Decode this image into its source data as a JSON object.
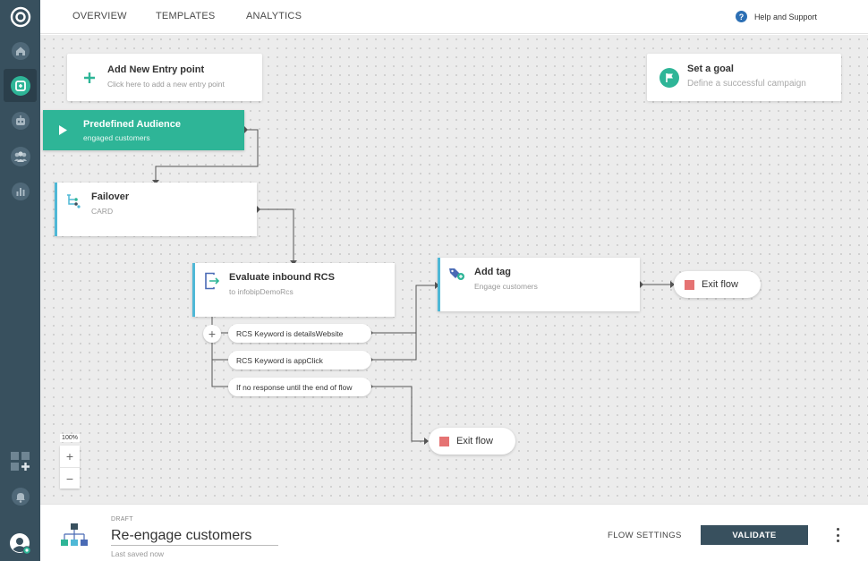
{
  "nav": {
    "items": [
      {
        "icon": "logo-icon"
      },
      {
        "icon": "home-icon"
      },
      {
        "icon": "flow-icon",
        "active": true
      },
      {
        "icon": "bot-icon"
      },
      {
        "icon": "people-icon"
      },
      {
        "icon": "analytics-icon"
      },
      {
        "icon": "apps-add-icon"
      },
      {
        "icon": "bell-icon"
      },
      {
        "icon": "user-avatar-icon"
      }
    ]
  },
  "topbar": {
    "tabs": [
      "OVERVIEW",
      "TEMPLATES",
      "ANALYTICS"
    ],
    "help_label": "Help and Support",
    "help_icon": "?"
  },
  "canvas": {
    "entry_point": {
      "title": "Add New Entry point",
      "subtitle": "Click here to add a new entry point"
    },
    "goal": {
      "title": "Set a goal",
      "subtitle": "Define a successful campaign"
    },
    "audience": {
      "title": "Predefined Audience",
      "subtitle": "engaged customers"
    },
    "failover": {
      "title": "Failover",
      "subtitle": "CARD"
    },
    "evaluate": {
      "title": "Evaluate inbound RCS",
      "subtitle": "to infobipDemoRcs"
    },
    "add_tag": {
      "title": "Add tag",
      "subtitle": "Engage customers"
    },
    "branches": [
      "RCS Keyword is detailsWebsite",
      "RCS Keyword is appClick",
      "If no response until the end of flow"
    ],
    "exit1": "Exit flow",
    "exit2": "Exit flow",
    "zoom": {
      "level": "100%",
      "in": "+",
      "out": "−"
    },
    "add_branch": "+"
  },
  "bottom": {
    "status": "DRAFT",
    "flow_name": "Re-engage customers",
    "saved": "Last saved now",
    "flow_settings": "FLOW SETTINGS",
    "validate": "VALIDATE"
  },
  "colors": {
    "nav_bg": "#38505e",
    "accent_green": "#2eb597",
    "node_border": "#4fb8d6",
    "exit_red": "#e57373",
    "validate_bg": "#38505e"
  }
}
